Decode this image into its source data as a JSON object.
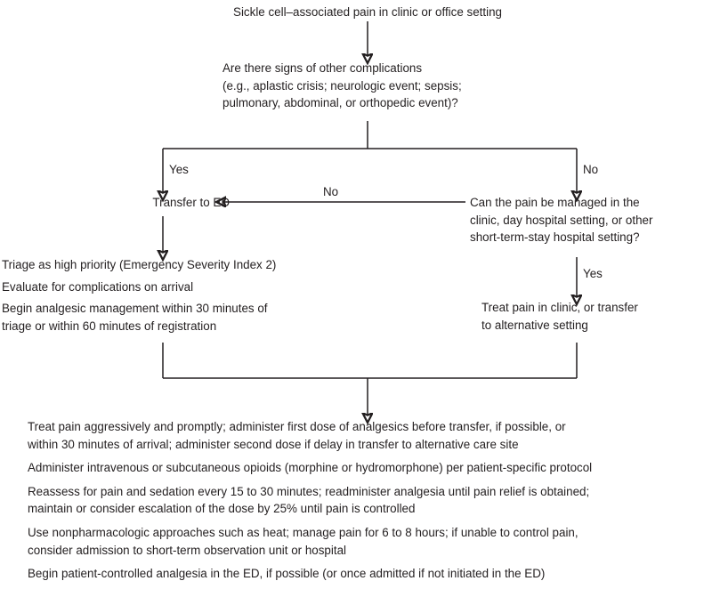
{
  "diagram": {
    "title": "Sickle cell–associated pain in clinic or office setting",
    "nodes": {
      "start": "Sickle cell–associated pain in clinic or office setting",
      "complications_question": "Are there signs of other complications\n(e.g., aplastic crisis; neurologic event; sepsis;\npulmonary, abdominal, or orthopedic event)?",
      "transfer_to_ed": "Transfer to ED",
      "manage_question": "Can the pain be managed in the\nclinic, day hospital setting, or other\nshort-term-stay hospital setting?",
      "treat_in_clinic": "Treat pain in clinic, or transfer\nto alternative setting"
    },
    "edge_labels": {
      "yes_left": "Yes",
      "no_right": "No",
      "no_horizontal": "No",
      "yes_down_right": "Yes"
    },
    "ed_actions": [
      "Triage as high priority (Emergency Severity Index 2)",
      "Evaluate for complications on arrival",
      "Begin analgesic management within 30 minutes of\n    triage or within 60 minutes of registration"
    ],
    "final_actions": [
      "Treat pain aggressively and promptly; administer first dose of analgesics before transfer, if possible, or\n    within 30 minutes of arrival; administer second dose if delay in transfer to alternative care site",
      "Administer intravenous or subcutaneous opioids (morphine or hydromorphone) per patient-specific protocol",
      "Reassess for pain and sedation every 15 to 30 minutes; readminister analgesia until pain relief is obtained;\n    maintain or consider escalation of the dose by 25% until pain is controlled",
      "Use nonpharmacologic approaches such as heat; manage pain for 6 to 8 hours; if unable to control pain,\n    consider admission to short-term observation unit or hospital",
      "Begin patient-controlled analgesia in the ED, if possible (or once admitted if not initiated in the ED)"
    ],
    "colors": {
      "text": "#231f20",
      "line": "#231f20",
      "background": "#ffffff"
    }
  }
}
